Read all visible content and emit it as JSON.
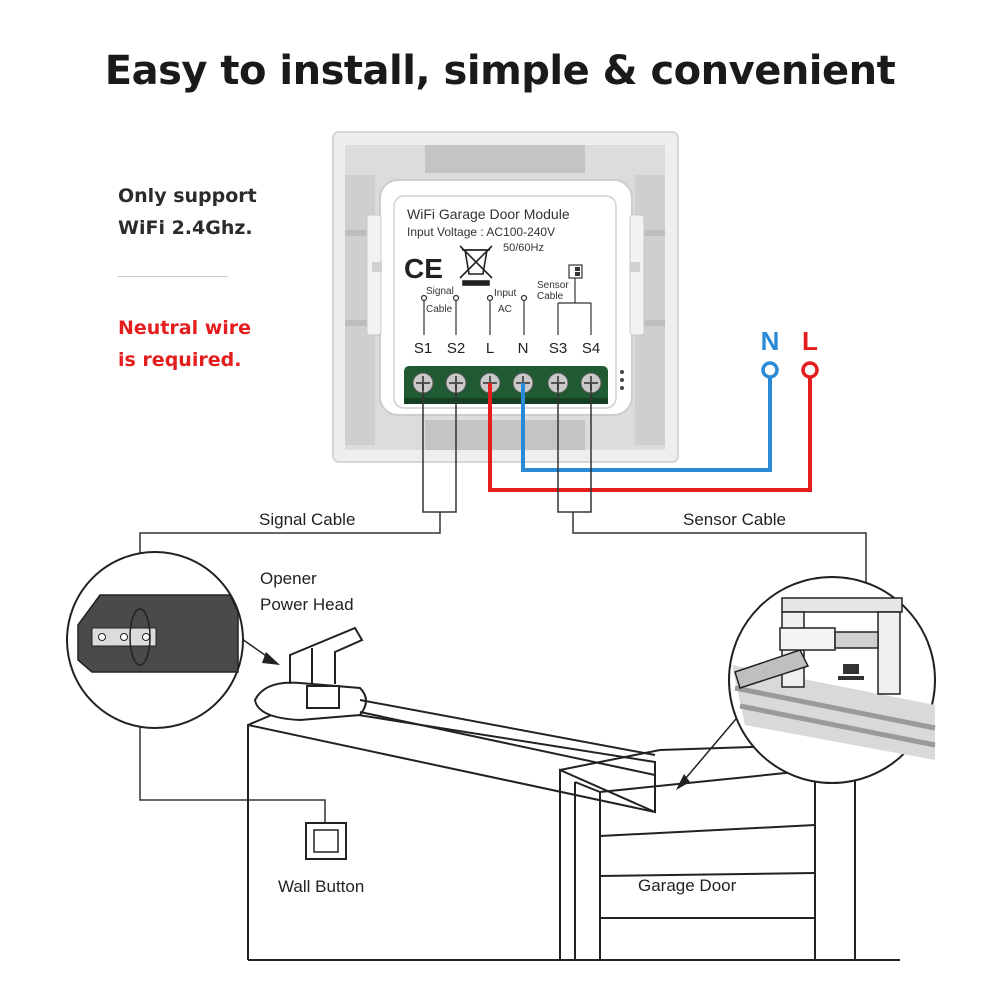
{
  "title": "Easy to install, simple & convenient",
  "notes": {
    "wifi": [
      "Only support",
      "WiFi 2.4Ghz."
    ],
    "neutral": [
      "Neutral wire",
      "is required."
    ]
  },
  "module": {
    "name": "WiFi Garage Door Module",
    "voltage": "Input Voltage : AC100-240V",
    "frequency": "50/60Hz",
    "ce_mark": "CE",
    "signal_label": [
      "Signal",
      "Cable"
    ],
    "input_label": [
      "Input",
      "AC"
    ],
    "sensor_label": [
      "Sensor",
      "Cable"
    ],
    "terminals": [
      "S1",
      "S2",
      "L",
      "N",
      "S3",
      "S4"
    ]
  },
  "power": {
    "neutral": "N",
    "live": "L"
  },
  "labels": {
    "signal_cable": "Signal Cable",
    "sensor_cable": "Sensor Cable",
    "opener": [
      "Opener",
      "Power Head"
    ],
    "wall_button": "Wall Button",
    "garage_door": "Garage Door"
  },
  "colors": {
    "live": "#e41e1e",
    "neutral": "#2a8ad6",
    "warning": "#e41e1e",
    "terminal_block": "#1f5a32"
  }
}
